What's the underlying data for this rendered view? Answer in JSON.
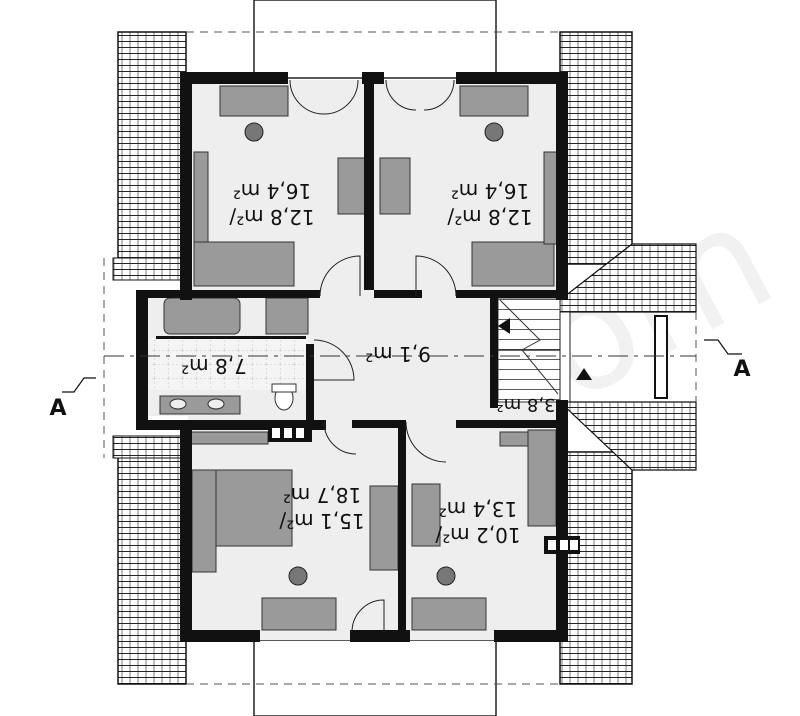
{
  "rooms": [
    {
      "id": "bedroom-top-left",
      "area": "12,8 m²/",
      "area2": "16,4 m²"
    },
    {
      "id": "bedroom-top-right",
      "area": "12,8 m²/",
      "area2": "16,4 m²"
    },
    {
      "id": "bathroom",
      "area": "7,8 m²",
      "area2": ""
    },
    {
      "id": "hall",
      "area": "9,1 m²",
      "area2": ""
    },
    {
      "id": "stair",
      "area": "3,8 m²",
      "area2": ""
    },
    {
      "id": "bedroom-bottom-left",
      "area": "15,1 m²/",
      "area2": "18,7 m²"
    },
    {
      "id": "bedroom-bottom-right",
      "area": "10,2 m²/",
      "area2": "13,4 m²"
    }
  ],
  "section": {
    "left_label": "A",
    "right_label": "A"
  },
  "watermark": "extradom",
  "colors": {
    "wall": "#111111",
    "floor": "#eeeeee",
    "furniture": "#9a9a9a",
    "roof": "#222222"
  }
}
